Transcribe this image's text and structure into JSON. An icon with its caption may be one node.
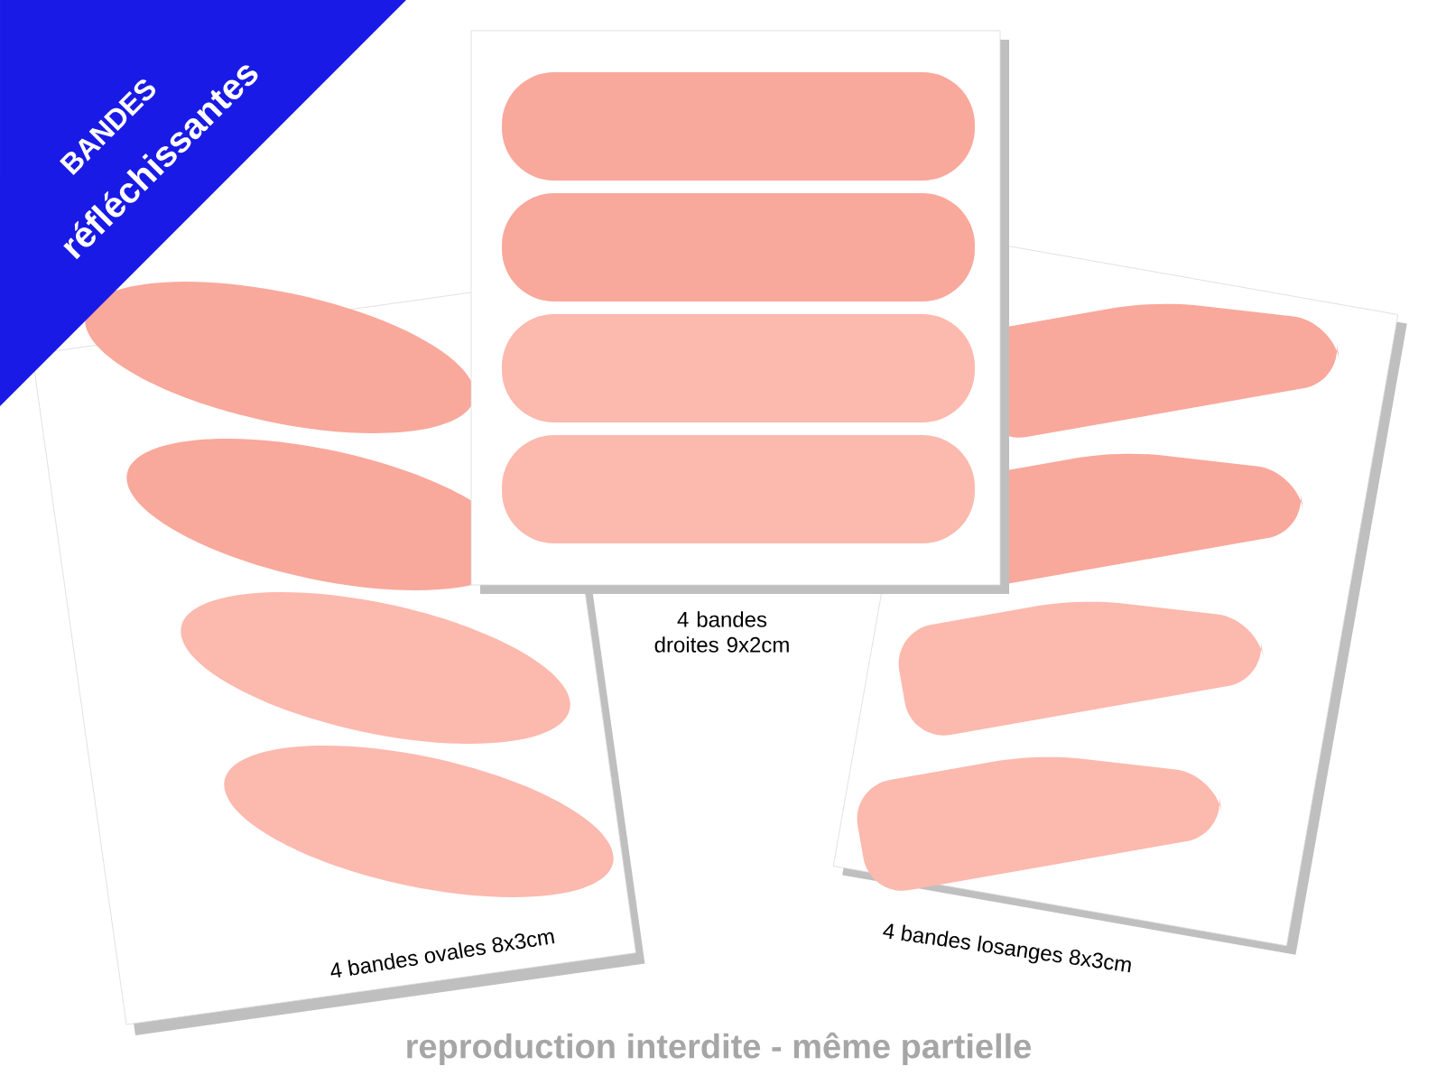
{
  "diagram": {
    "labels": [
      "BANDES",
      "réfléchissantes",
      "4 bandes droites 9x2cm",
      "4 bandes ovales 8x3cm",
      "4 bandes losanges 8x3cm",
      "reproduction interdite - même partielle"
    ]
  }
}
